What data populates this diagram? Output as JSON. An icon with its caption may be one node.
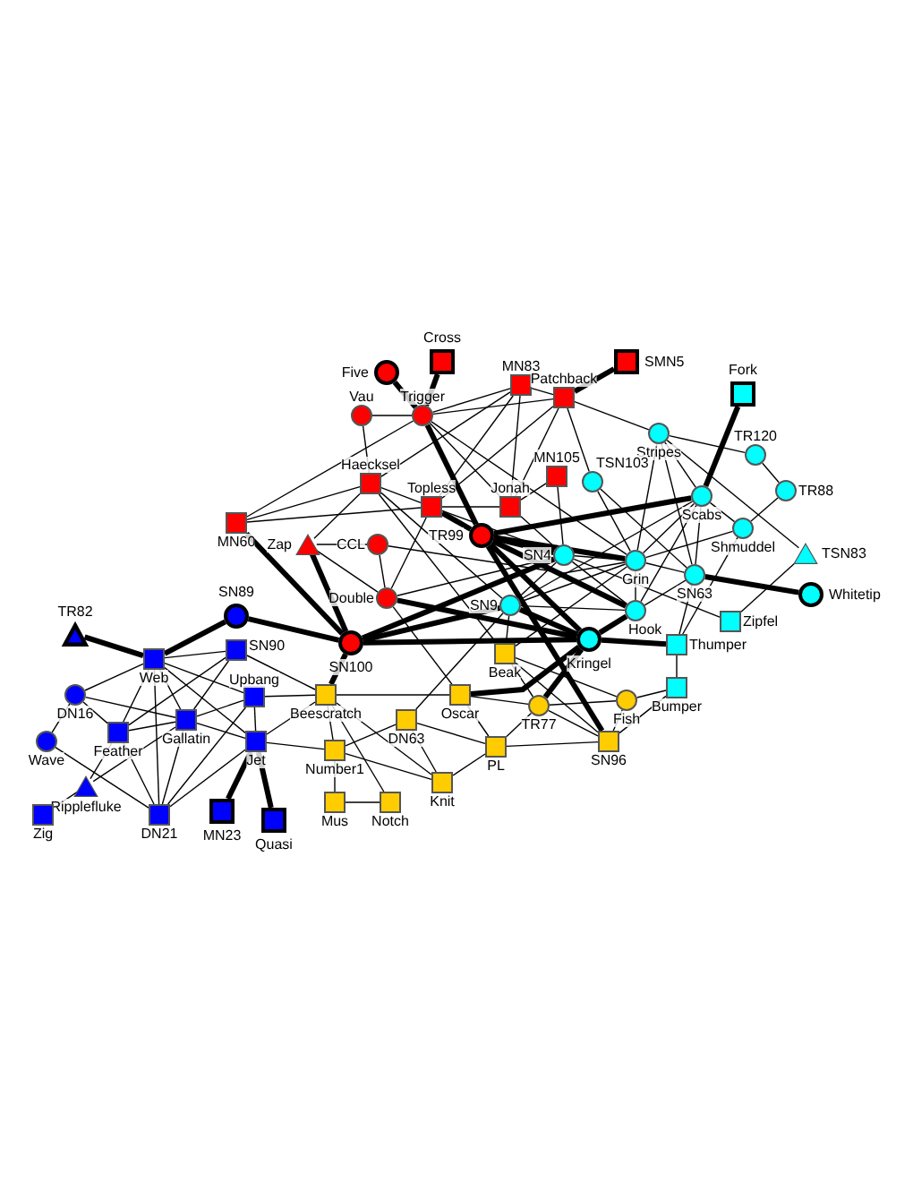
{
  "diagram": {
    "nodes": [
      {
        "text": [
          "Cross"
        ]
      },
      {
        "text": [
          "SMN5"
        ]
      },
      {
        "text": [
          "Five"
        ]
      },
      {
        "text": [
          "MN83"
        ]
      },
      {
        "text": [
          "Fork"
        ]
      },
      {
        "text": [
          "Patchback"
        ]
      },
      {
        "text": [
          "Vau"
        ]
      },
      {
        "text": [
          "Trigger"
        ]
      },
      {
        "text": [
          "Stripes"
        ]
      },
      {
        "text": [
          "TR120"
        ]
      },
      {
        "text": [
          "MN105"
        ]
      },
      {
        "text": [
          "TSN103"
        ]
      },
      {
        "text": [
          "Haecksel"
        ]
      },
      {
        "text": [
          "TR88"
        ]
      },
      {
        "text": [
          "Scabs"
        ]
      },
      {
        "text": [
          "Topless"
        ]
      },
      {
        "text": [
          "Jonah"
        ]
      },
      {
        "text": [
          "MN60"
        ]
      },
      {
        "text": [
          "Shmuddel"
        ]
      },
      {
        "text": [
          "TR99"
        ]
      },
      {
        "text": [
          "Zap"
        ]
      },
      {
        "text": [
          "CCL"
        ]
      },
      {
        "text": [
          "TSN83"
        ]
      },
      {
        "text": [
          "SN4"
        ]
      },
      {
        "text": [
          "Grin"
        ]
      },
      {
        "text": [
          "SN63"
        ]
      },
      {
        "text": [
          "Whitetip"
        ]
      },
      {
        "text": [
          "Double"
        ]
      },
      {
        "text": [
          "SN9"
        ]
      },
      {
        "text": [
          "Hook"
        ]
      },
      {
        "text": [
          "SN89"
        ]
      },
      {
        "text": [
          "Zipfel"
        ]
      },
      {
        "text": [
          "TR82"
        ]
      },
      {
        "text": [
          "SN100"
        ]
      },
      {
        "text": [
          "Kringel"
        ]
      },
      {
        "text": [
          "Thumper"
        ]
      },
      {
        "text": [
          "SN90"
        ]
      },
      {
        "text": [
          "Beak"
        ]
      },
      {
        "text": [
          "Web"
        ]
      },
      {
        "text": [
          "Bumper"
        ]
      },
      {
        "text": [
          "DN16"
        ]
      },
      {
        "text": [
          "Upbang"
        ]
      },
      {
        "text": [
          "Beescratch"
        ]
      },
      {
        "text": [
          "Oscar"
        ]
      },
      {
        "text": [
          "Fish"
        ]
      },
      {
        "text": [
          "TR77"
        ]
      },
      {
        "text": [
          "Gallatin"
        ]
      },
      {
        "text": [
          "DN63"
        ]
      },
      {
        "text": [
          "Feather"
        ]
      },
      {
        "text": [
          "Wave"
        ]
      },
      {
        "text": [
          "Jet"
        ]
      },
      {
        "text": [
          "SN96"
        ]
      },
      {
        "text": [
          "PL"
        ]
      },
      {
        "text": [
          "Number1"
        ]
      },
      {
        "text": [
          "Knit"
        ]
      },
      {
        "text": [
          "Ripplefluke"
        ]
      },
      {
        "text": [
          "Mus"
        ]
      },
      {
        "text": [
          "Notch"
        ]
      },
      {
        "text": [
          "MN23"
        ]
      },
      {
        "text": [
          "Zig"
        ]
      },
      {
        "text": [
          "DN21"
        ]
      },
      {
        "text": [
          "Quasi"
        ]
      }
    ],
    "edges": [
      {
        "from": 38,
        "to": 32,
        "arrow": "none",
        "style": "thick"
      },
      {
        "from": 38,
        "to": 30,
        "arrow": "none",
        "style": "thick"
      },
      {
        "from": 30,
        "to": 33,
        "arrow": "none",
        "style": "thick"
      },
      {
        "from": 38,
        "to": 36,
        "arrow": "none"
      },
      {
        "from": 38,
        "to": 40,
        "arrow": "none"
      },
      {
        "from": 38,
        "to": 48,
        "arrow": "none"
      },
      {
        "from": 38,
        "to": 46,
        "arrow": "none"
      },
      {
        "from": 38,
        "to": 41,
        "arrow": "none"
      },
      {
        "from": 38,
        "to": 50,
        "arrow": "none"
      },
      {
        "from": 38,
        "to": 60,
        "arrow": "none"
      },
      {
        "from": 40,
        "to": 49,
        "arrow": "none"
      },
      {
        "from": 40,
        "to": 48,
        "arrow": "none"
      },
      {
        "from": 40,
        "to": 46,
        "arrow": "none"
      },
      {
        "from": 49,
        "to": 60,
        "arrow": "none"
      },
      {
        "from": 48,
        "to": 46,
        "arrow": "none"
      },
      {
        "from": 48,
        "to": 60,
        "arrow": "none"
      },
      {
        "from": 48,
        "to": 36,
        "arrow": "none"
      },
      {
        "from": 48,
        "to": 55,
        "arrow": "none"
      },
      {
        "from": 46,
        "to": 60,
        "arrow": "none"
      },
      {
        "from": 46,
        "to": 50,
        "arrow": "none"
      },
      {
        "from": 46,
        "to": 41,
        "arrow": "none"
      },
      {
        "from": 46,
        "to": 36,
        "arrow": "none"
      },
      {
        "from": 46,
        "to": 55,
        "arrow": "none"
      },
      {
        "from": 55,
        "to": 59,
        "arrow": "none"
      },
      {
        "from": 50,
        "to": 60,
        "arrow": "none"
      },
      {
        "from": 50,
        "to": 41,
        "arrow": "none"
      },
      {
        "from": 50,
        "to": 42,
        "arrow": "none"
      },
      {
        "from": 50,
        "to": 58,
        "arrow": "none",
        "style": "thick"
      },
      {
        "from": 50,
        "to": 61,
        "arrow": "none",
        "style": "thick"
      },
      {
        "from": 41,
        "to": 60,
        "arrow": "none"
      },
      {
        "from": 41,
        "to": 42,
        "arrow": "none"
      },
      {
        "from": 36,
        "to": 42,
        "arrow": "none"
      },
      {
        "from": 50,
        "to": 53,
        "arrow": "none"
      },
      {
        "from": 42,
        "to": 43,
        "arrow": "none"
      },
      {
        "from": 42,
        "to": 53,
        "arrow": "none"
      },
      {
        "from": 42,
        "to": 54,
        "arrow": "none"
      },
      {
        "from": 42,
        "to": 57,
        "arrow": "none"
      },
      {
        "from": 42,
        "to": 33,
        "arrow": "none",
        "style": "thick"
      },
      {
        "from": 53,
        "to": 47,
        "arrow": "none"
      },
      {
        "from": 53,
        "to": 56,
        "arrow": "none"
      },
      {
        "from": 53,
        "to": 54,
        "arrow": "none"
      },
      {
        "from": 56,
        "to": 57,
        "arrow": "none"
      },
      {
        "from": 47,
        "to": 54,
        "arrow": "none"
      },
      {
        "from": 47,
        "to": 52,
        "arrow": "none"
      },
      {
        "from": 47,
        "to": 28,
        "arrow": "none"
      },
      {
        "from": 54,
        "to": 52,
        "arrow": "none"
      },
      {
        "from": 43,
        "to": 52,
        "arrow": "none"
      },
      {
        "from": 43,
        "to": 45,
        "arrow": "none"
      },
      {
        "from": 43,
        "to": 34,
        "arrow": "none",
        "style": "thick"
      },
      {
        "from": 43,
        "to": 27,
        "arrow": "none"
      },
      {
        "from": 52,
        "to": 45,
        "arrow": "none"
      },
      {
        "from": 52,
        "to": 51,
        "arrow": "none"
      },
      {
        "from": 45,
        "to": 34,
        "arrow": "none",
        "style": "thick"
      },
      {
        "from": 45,
        "to": 44,
        "arrow": "none"
      },
      {
        "from": 45,
        "to": 51,
        "arrow": "none"
      },
      {
        "from": 45,
        "to": 37,
        "arrow": "none"
      },
      {
        "from": 37,
        "to": 44,
        "arrow": "none"
      },
      {
        "from": 37,
        "to": 51,
        "arrow": "none"
      },
      {
        "from": 37,
        "to": 28,
        "arrow": "none"
      },
      {
        "from": 37,
        "to": 24,
        "arrow": "none"
      },
      {
        "from": 37,
        "to": 12,
        "arrow": "none"
      },
      {
        "from": 44,
        "to": 39,
        "arrow": "none"
      },
      {
        "from": 44,
        "to": 51,
        "arrow": "none"
      },
      {
        "from": 51,
        "to": 39,
        "arrow": "none"
      },
      {
        "from": 51,
        "to": 19,
        "arrow": "none",
        "style": "thick"
      },
      {
        "from": 39,
        "to": 35,
        "arrow": "none"
      },
      {
        "from": 35,
        "to": 34,
        "arrow": "none",
        "style": "thick"
      },
      {
        "from": 35,
        "to": 18,
        "arrow": "none"
      },
      {
        "from": 35,
        "to": 25,
        "arrow": "none"
      },
      {
        "from": 31,
        "to": 23,
        "arrow": "none"
      },
      {
        "from": 31,
        "to": 22,
        "arrow": "none"
      },
      {
        "from": 26,
        "to": 25,
        "arrow": "none",
        "style": "thick"
      },
      {
        "from": 34,
        "to": 29,
        "arrow": "none",
        "style": "thick"
      },
      {
        "from": 34,
        "to": 28,
        "arrow": "none",
        "style": "thick"
      },
      {
        "from": 34,
        "to": 33,
        "arrow": "none",
        "style": "thick"
      },
      {
        "from": 34,
        "to": 27,
        "arrow": "none",
        "style": "thick"
      },
      {
        "from": 34,
        "to": 19,
        "arrow": "none",
        "style": "thick"
      },
      {
        "from": 29,
        "to": 24,
        "arrow": "none"
      },
      {
        "from": 29,
        "to": 25,
        "arrow": "none"
      },
      {
        "from": 29,
        "to": 28,
        "arrow": "none"
      },
      {
        "from": 29,
        "to": 14,
        "arrow": "none"
      },
      {
        "from": 29,
        "to": 23,
        "arrow": "none"
      },
      {
        "from": 29,
        "to": 19,
        "arrow": "none",
        "style": "thick"
      },
      {
        "from": 28,
        "to": 24,
        "arrow": "none"
      },
      {
        "from": 28,
        "to": 12,
        "arrow": "none"
      },
      {
        "from": 28,
        "to": 14,
        "arrow": "none"
      },
      {
        "from": 28,
        "to": 23,
        "arrow": "none"
      },
      {
        "from": 28,
        "to": 33,
        "arrow": "none",
        "style": "thick"
      },
      {
        "from": 24,
        "to": 21,
        "arrow": "none"
      },
      {
        "from": 24,
        "to": 14,
        "arrow": "none"
      },
      {
        "from": 24,
        "to": 18,
        "arrow": "none"
      },
      {
        "from": 24,
        "to": 23,
        "arrow": "none"
      },
      {
        "from": 24,
        "to": 25,
        "arrow": "none"
      },
      {
        "from": 24,
        "to": 8,
        "arrow": "none"
      },
      {
        "from": 24,
        "to": 19,
        "arrow": "none",
        "style": "thick"
      },
      {
        "from": 24,
        "to": 11,
        "arrow": "none"
      },
      {
        "from": 25,
        "to": 14,
        "arrow": "none"
      },
      {
        "from": 25,
        "to": 8,
        "arrow": "none"
      },
      {
        "from": 25,
        "to": 11,
        "arrow": "none"
      },
      {
        "from": 14,
        "to": 4,
        "arrow": "none",
        "style": "thick"
      },
      {
        "from": 14,
        "to": 8,
        "arrow": "none"
      },
      {
        "from": 14,
        "to": 19,
        "arrow": "none",
        "style": "thick"
      },
      {
        "from": 14,
        "to": 18,
        "arrow": "none"
      },
      {
        "from": 8,
        "to": 5,
        "arrow": "none"
      },
      {
        "from": 8,
        "to": 9,
        "arrow": "none"
      },
      {
        "from": 8,
        "to": 22,
        "arrow": "none"
      },
      {
        "from": 9,
        "to": 13,
        "arrow": "none"
      },
      {
        "from": 13,
        "to": 18,
        "arrow": "none"
      },
      {
        "from": 23,
        "to": 19,
        "arrow": "none",
        "style": "thick"
      },
      {
        "from": 23,
        "to": 27,
        "arrow": "none"
      },
      {
        "from": 23,
        "to": 10,
        "arrow": "none"
      },
      {
        "from": 23,
        "to": 33,
        "arrow": "none",
        "style": "thick"
      },
      {
        "from": 23,
        "to": 15,
        "arrow": "none"
      },
      {
        "from": 23,
        "to": 16,
        "arrow": "none"
      },
      {
        "from": 11,
        "to": 5,
        "arrow": "none"
      },
      {
        "from": 7,
        "to": 2,
        "arrow": "none",
        "style": "thick"
      },
      {
        "from": 7,
        "to": 0,
        "arrow": "none",
        "style": "thick"
      },
      {
        "from": 7,
        "to": 6,
        "arrow": "none"
      },
      {
        "from": 7,
        "to": 17,
        "arrow": "none"
      },
      {
        "from": 7,
        "to": 3,
        "arrow": "none"
      },
      {
        "from": 7,
        "to": 5,
        "arrow": "none"
      },
      {
        "from": 7,
        "to": 16,
        "arrow": "none"
      },
      {
        "from": 7,
        "to": 19,
        "arrow": "none",
        "style": "thick"
      },
      {
        "from": 7,
        "to": 24,
        "arrow": "none"
      },
      {
        "from": 6,
        "to": 12,
        "arrow": "none"
      },
      {
        "from": 12,
        "to": 15,
        "arrow": "none"
      },
      {
        "from": 12,
        "to": 3,
        "arrow": "none"
      },
      {
        "from": 12,
        "to": 20,
        "arrow": "none"
      },
      {
        "from": 12,
        "to": 17,
        "arrow": "none"
      },
      {
        "from": 3,
        "to": 5,
        "arrow": "none"
      },
      {
        "from": 3,
        "to": 16,
        "arrow": "none"
      },
      {
        "from": 3,
        "to": 15,
        "arrow": "none"
      },
      {
        "from": 5,
        "to": 1,
        "arrow": "none",
        "style": "thick"
      },
      {
        "from": 5,
        "to": 16,
        "arrow": "none"
      },
      {
        "from": 5,
        "to": 15,
        "arrow": "none"
      },
      {
        "from": 15,
        "to": 16,
        "arrow": "none"
      },
      {
        "from": 15,
        "to": 17,
        "arrow": "none"
      },
      {
        "from": 15,
        "to": 27,
        "arrow": "none"
      },
      {
        "from": 15,
        "to": 19,
        "arrow": "none",
        "style": "thick"
      },
      {
        "from": 10,
        "to": 16,
        "arrow": "none"
      },
      {
        "from": 20,
        "to": 21,
        "arrow": "none"
      },
      {
        "from": 20,
        "to": 27,
        "arrow": "none"
      },
      {
        "from": 20,
        "to": 33,
        "arrow": "none",
        "style": "thick"
      },
      {
        "from": 21,
        "to": 27,
        "arrow": "none"
      },
      {
        "from": 17,
        "to": 33,
        "arrow": "none",
        "style": "thick"
      }
    ]
  }
}
